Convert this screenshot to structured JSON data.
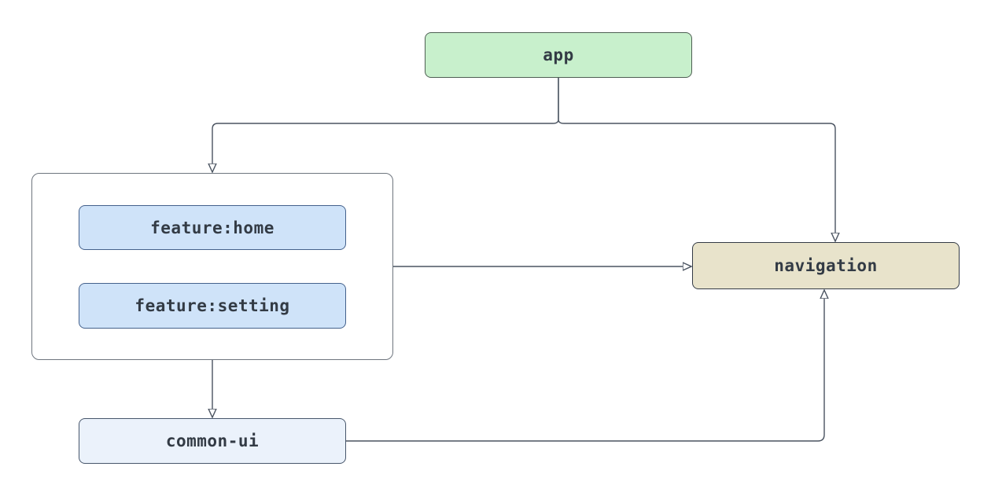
{
  "diagram": {
    "type": "dependency-graph",
    "background": "#ffffff",
    "edge_color": "#4a5360",
    "text_color": "#333b45",
    "nodes": {
      "app": {
        "label": "app",
        "fill": "#c8f0cc",
        "border": "#4e5f53"
      },
      "feature_home": {
        "label": "feature:home",
        "fill": "#cfe3f9",
        "border": "#44618c"
      },
      "feature_setting": {
        "label": "feature:setting",
        "fill": "#cfe3f9",
        "border": "#44618c"
      },
      "navigation": {
        "label": "navigation",
        "fill": "#e8e3cb",
        "border": "#343b46"
      },
      "common_ui": {
        "label": "common-ui",
        "fill": "#ebf2fb",
        "border": "#47566b"
      }
    },
    "groups": {
      "features_group": {
        "contains": [
          "feature:home",
          "feature:setting"
        ],
        "fill": "#ffffff",
        "border": "#6e757e"
      }
    },
    "edges": [
      {
        "from": "app",
        "to": "features-group"
      },
      {
        "from": "app",
        "to": "navigation"
      },
      {
        "from": "features-group",
        "to": "navigation"
      },
      {
        "from": "features-group",
        "to": "common-ui"
      },
      {
        "from": "common-ui",
        "to": "navigation"
      }
    ]
  }
}
